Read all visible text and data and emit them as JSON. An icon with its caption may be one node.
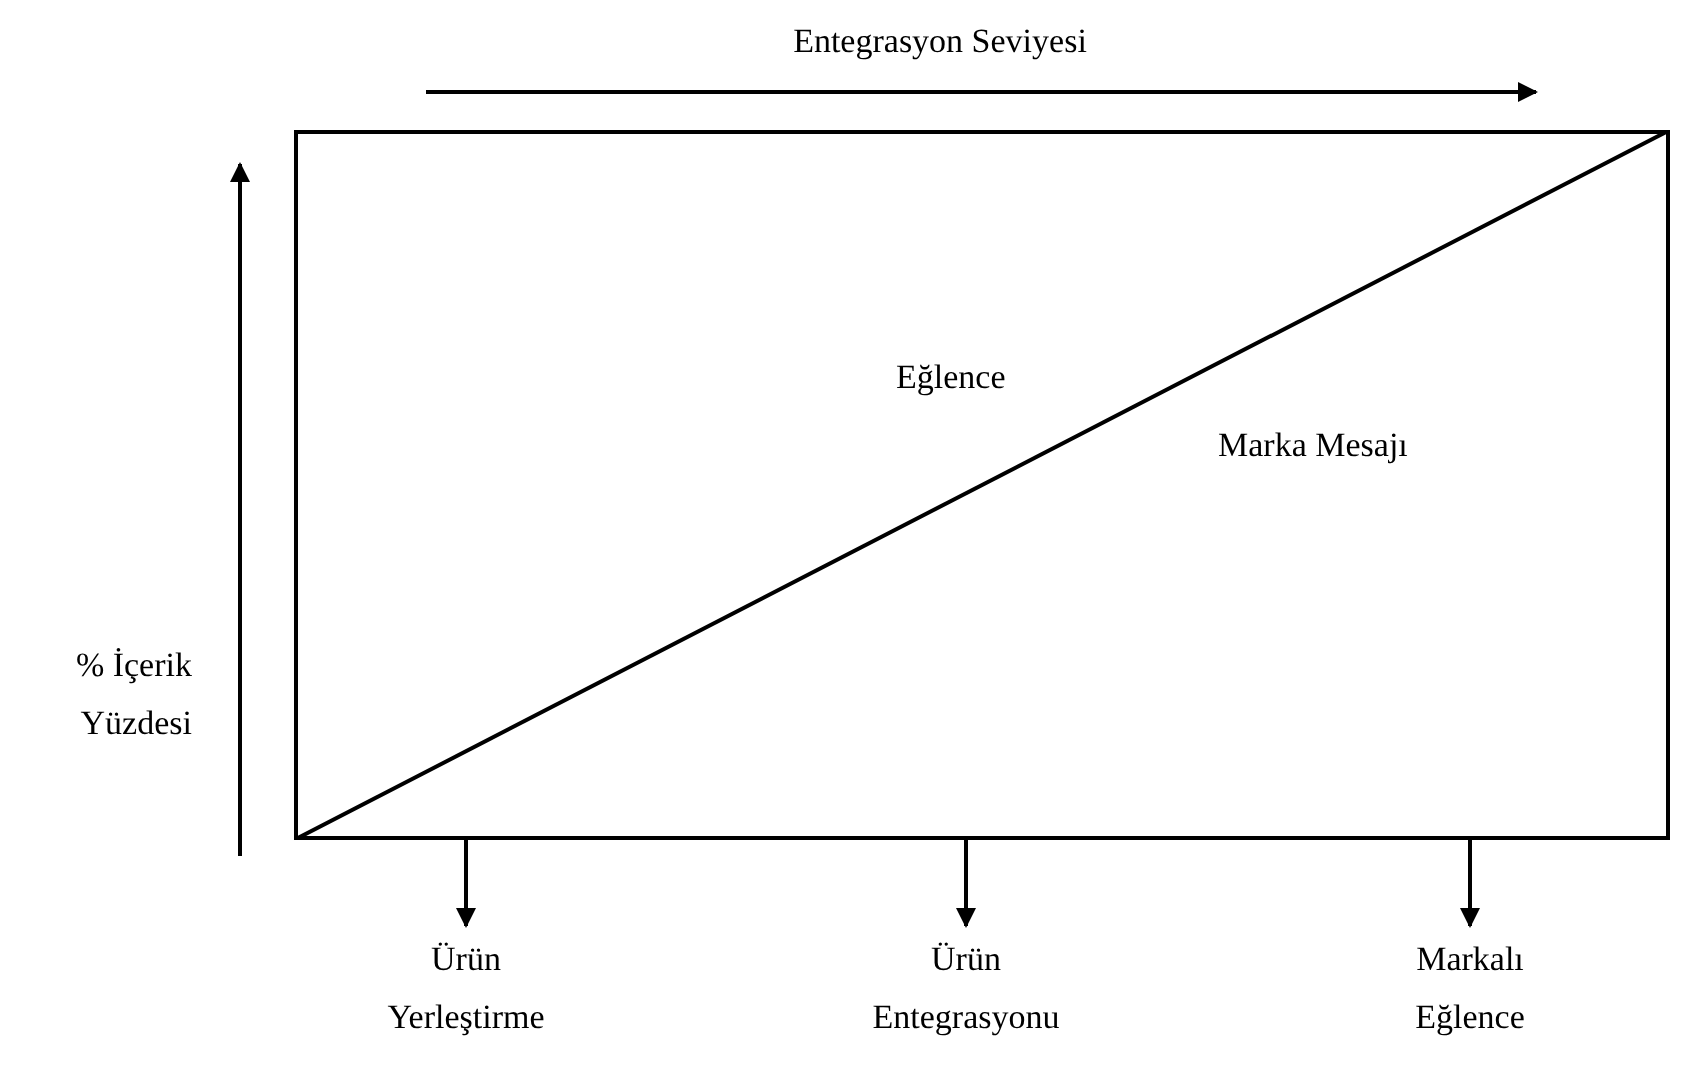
{
  "diagram": {
    "nodes": [
      {
        "text": [
          "Eğlence",
          "Marka Mesajı"
        ]
      },
      {
        "text": [
          "Ürün Yerleştirme"
        ]
      },
      {
        "text": [
          "Ürün Entegrasyonu"
        ]
      },
      {
        "text": [
          "Markalı Eğlence"
        ]
      }
    ],
    "edges": [
      {
        "from": 0,
        "to": 1,
        "arrow": "to"
      },
      {
        "from": 0,
        "to": 2,
        "arrow": "to"
      },
      {
        "from": 0,
        "to": 3,
        "arrow": "to"
      }
    ],
    "labels": [
      "Entegrasyon Seviyesi",
      "% İçerik Yüzdesi"
    ]
  }
}
